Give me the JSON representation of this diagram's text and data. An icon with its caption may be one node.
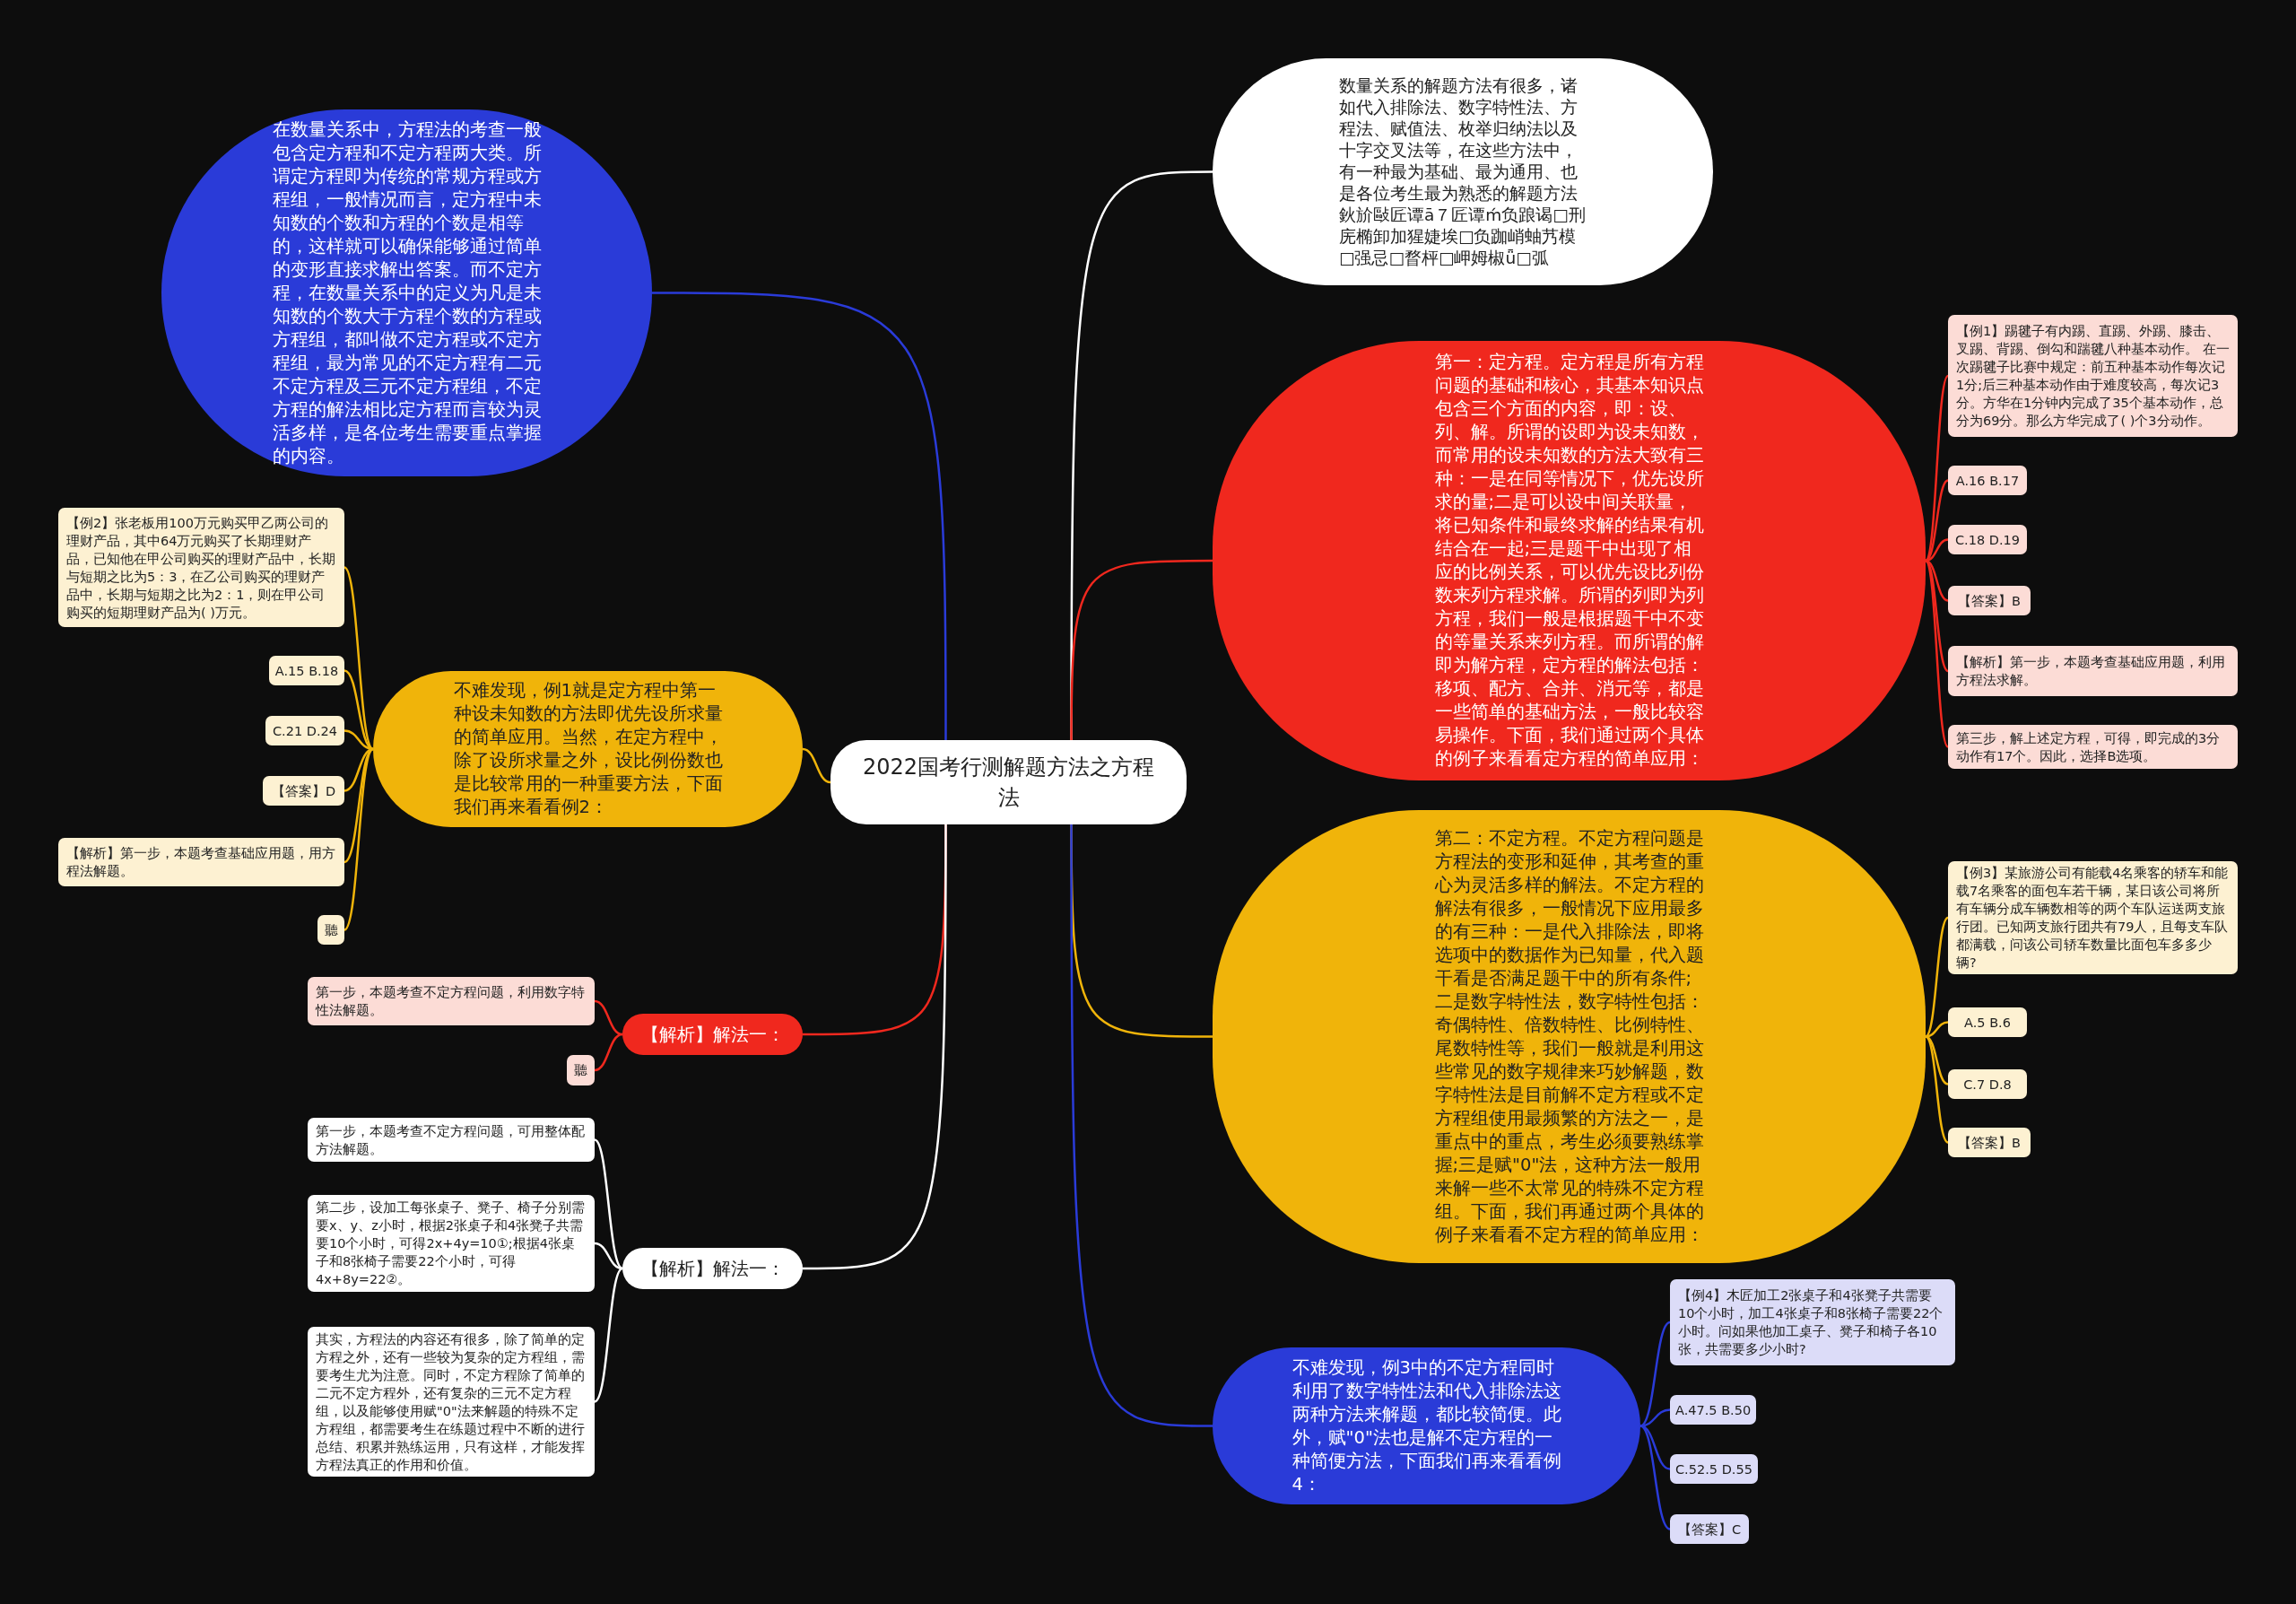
{
  "diagram": {
    "nodes": [
      {
        "text": [
          "2022国考行测解题方法之方程法"
        ]
      },
      {
        "text": [
          "在数量关系中，方程法的考查一般包含定方程和不定方程两大类。所谓定方程即为传统的常规方程或方程组，一般情况而言，定方程中未知数的个数和方程的个数是相等的，这样就可以确保能够通过简单的变形直接求解出答案。而不定方程，在数量关系中的定义为凡是未知数的个数大于方程个数的方程或方程组，都叫做不定方程或不定方程组，最为常见的不定方程有二元不定方程及三元不定方程组，不定方程的解法相比定方程而言较为灵活多样，是各位考生需要重点掌握的内容。"
        ]
      },
      {
        "text": [
          "数量关系的解题方法有很多，诸如代入排除法、数字特性法、方程法、赋值法、枚举归纳法以及十字交叉法等，在这些方法中，有一种最为基础、最为通用、也是各位考生最为熟悉的解题方法鈥斺敺匠谭ā７匠谭ḿ负踉谒□刑庑椭卸加猩婕埃□负跏峭蚰艿模□强忌□瞀枰□岬姆椒ǖ□弧"
        ]
      },
      {
        "text": [
          "第一：定方程。定方程是所有方程问题的基础和核心，其基本知识点包含三个方面的内容，即：设、列、解。所谓的设即为设未知数，而常用的设未知数的方法大致有三种：一是在同等情况下，优先设所求的量;二是可以设中间关联量，将已知条件和最终求解的结果有机结合在一起;三是题干中出现了相应的比例关系，可以优先设比列份数来列方程求解。所谓的列即为列方程，我们一般是根据题干中不变的等量关系来列方程。而所谓的解即为解方程，定方程的解法包括：移项、配方、合并、消元等，都是一些简单的基础方法，一般比较容易操作。下面，我们通过两个具体的例子来看看定方程的简单应用："
        ]
      },
      {
        "text": [
          "【例1】踢毽子有内踢、直踢、外踢、膝击、叉踢、背踢、倒勾和踹毽八种基本动作。 在一次踢毽子比赛中规定：前五种基本动作每次记1分;后三种基本动作由于难度较高，每次记3分。方华在1分钟内完成了35个基本动作，总分为69分。那么方华完成了( )个3分动作。"
        ]
      },
      {
        "text": [
          "A.16 B.17"
        ]
      },
      {
        "text": [
          "C.18 D.19"
        ]
      },
      {
        "text": [
          "【答案】B"
        ]
      },
      {
        "text": [
          "【解析】第一步，本题考查基础应用题，利用方程法求解。"
        ]
      },
      {
        "text": [
          "第三步，解上述定方程，可得，即完成的3分动作有17个。因此，选择B选项。"
        ]
      },
      {
        "text": [
          "第二：不定方程。不定方程问题是方程法的变形和延伸，其考查的重心为灵活多样的解法。不定方程的解法有很多，一般情况下应用最多的有三种：一是代入排除法，即将选项中的数据作为已知量，代入题干看是否满足题干中的所有条件;二是数字特性法，数字特性包括：奇偶特性、倍数特性、比例特性、尾数特性等，我们一般就是利用这些常见的数字规律来巧妙解题，数字特性法是目前解不定方程或不定方程组使用最频繁的方法之一，是重点中的重点，考生必须要熟练掌握;三是赋\"0\"法，这种方法一般用来解一些不太常见的特殊不定方程组。下面，我们再通过两个具体的例子来看看不定方程的简单应用："
        ]
      },
      {
        "text": [
          "【例3】某旅游公司有能载4名乘客的轿车和能载7名乘客的面包车若干辆，某日该公司将所有车辆分成车辆数相等的两个车队运送两支旅行团。已知两支旅行团共有79人，且每支车队都满载，问该公司轿车数量比面包车多多少辆?"
        ]
      },
      {
        "text": [
          "A.5 B.6"
        ]
      },
      {
        "text": [
          "C.7 D.8"
        ]
      },
      {
        "text": [
          "【答案】B"
        ]
      },
      {
        "text": [
          "不难发现，例3中的不定方程同时利用了数字特性法和代入排除法这两种方法来解题，都比较简便。此外，赋\"0\"法也是解不定方程的一种简便方法，下面我们再来看看例4："
        ]
      },
      {
        "text": [
          "【例4】木匠加工2张桌子和4张凳子共需要10个小时，加工4张桌子和8张椅子需要22个小时。问如果他加工桌子、凳子和椅子各10张，共需要多少小时?"
        ]
      },
      {
        "text": [
          "A.47.5 B.50"
        ]
      },
      {
        "text": [
          "C.52.5 D.55"
        ]
      },
      {
        "text": [
          "【答案】C"
        ]
      },
      {
        "text": [
          "不难发现，例1就是定方程中第一种设未知数的方法即优先设所求量的简单应用。当然，在定方程中，除了设所求量之外，设比例份数也是比较常用的一种重要方法，下面我们再来看看例2："
        ]
      },
      {
        "text": [
          "【例2】张老板用100万元购买甲乙两公司的理财产品，其中64万元购买了长期理财产品，已知他在甲公司购买的理财产品中，长期与短期之比为5：3，在乙公司购买的理财产品中，长期与短期之比为2：1，则在甲公司购买的短期理财产品为( )万元。"
        ]
      },
      {
        "text": [
          "A.15 B.18"
        ]
      },
      {
        "text": [
          "C.21 D.24"
        ]
      },
      {
        "text": [
          "【答案】D"
        ]
      },
      {
        "text": [
          "【解析】第一步，本题考查基础应用题，用方程法解题。"
        ]
      },
      {
        "text": [
          "聽"
        ]
      },
      {
        "text": [
          "【解析】解法一："
        ]
      },
      {
        "text": [
          "第一步，本题考查不定方程问题，利用数字特性法解题。"
        ]
      },
      {
        "text": [
          "聽"
        ]
      },
      {
        "text": [
          "【解析】解法一："
        ]
      },
      {
        "text": [
          "第一步，本题考查不定方程问题，可用整体配方法解题。"
        ]
      },
      {
        "text": [
          "第二步，设加工每张桌子、凳子、椅子分别需要x、y、z小时，根据2张桌子和4张凳子共需要10个小时，可得2x+4y=10①;根据4张桌子和8张椅子需要22个小时，可得4x+8y=22②。"
        ]
      },
      {
        "text": [
          "其实，方程法的内容还有很多，除了简单的定方程之外，还有一些较为复杂的定方程组，需要考生尤为注意。同时，不定方程除了简单的二元不定方程外，还有复杂的三元不定方程组，以及能够使用赋\"0\"法来解题的特殊不定方程组，都需要考生在练题过程中不断的进行总结、积累并熟练运用，只有这样，才能发挥方程法真正的作用和价值。"
        ]
      }
    ],
    "edges": [
      {
        "from": 0,
        "to": 1,
        "arrow": "none",
        "color": "#2a3bd8"
      },
      {
        "from": 0,
        "to": 2,
        "arrow": "none",
        "color": "#ffffff"
      },
      {
        "from": 0,
        "to": 3,
        "arrow": "none",
        "color": "#f0281e"
      },
      {
        "from": 3,
        "to": 4,
        "arrow": "none",
        "color": "#f0281e"
      },
      {
        "from": 3,
        "to": 5,
        "arrow": "none",
        "color": "#f0281e"
      },
      {
        "from": 3,
        "to": 6,
        "arrow": "none",
        "color": "#f0281e"
      },
      {
        "from": 3,
        "to": 7,
        "arrow": "none",
        "color": "#f0281e"
      },
      {
        "from": 3,
        "to": 8,
        "arrow": "none",
        "color": "#f0281e"
      },
      {
        "from": 3,
        "to": 9,
        "arrow": "none",
        "color": "#f0281e"
      },
      {
        "from": 0,
        "to": 10,
        "arrow": "none"
      },
      {
        "from": 10,
        "to": 11,
        "arrow": "none"
      },
      {
        "from": 10,
        "to": 12,
        "arrow": "none"
      },
      {
        "from": 10,
        "to": 13,
        "arrow": "none"
      },
      {
        "from": 10,
        "to": 14,
        "arrow": "none"
      },
      {
        "from": 0,
        "to": 15,
        "arrow": "none",
        "color": "#2a3bd8"
      },
      {
        "from": 15,
        "to": 16,
        "arrow": "none",
        "color": "#2a3bd8"
      },
      {
        "from": 15,
        "to": 17,
        "arrow": "none",
        "color": "#2a3bd8"
      },
      {
        "from": 15,
        "to": 18,
        "arrow": "none",
        "color": "#2a3bd8"
      },
      {
        "from": 15,
        "to": 19,
        "arrow": "none",
        "color": "#2a3bd8"
      },
      {
        "from": 0,
        "to": 20,
        "arrow": "none"
      },
      {
        "from": 20,
        "to": 21,
        "arrow": "none"
      },
      {
        "from": 20,
        "to": 22,
        "arrow": "none"
      },
      {
        "from": 20,
        "to": 23,
        "arrow": "none"
      },
      {
        "from": 20,
        "to": 24,
        "arrow": "none"
      },
      {
        "from": 20,
        "to": 25,
        "arrow": "none"
      },
      {
        "from": 20,
        "to": 26,
        "arrow": "none"
      },
      {
        "from": 0,
        "to": 27,
        "arrow": "none",
        "color": "#f0281e"
      },
      {
        "from": 27,
        "to": 28,
        "arrow": "none",
        "color": "#f0281e"
      },
      {
        "from": 27,
        "to": 29,
        "arrow": "none",
        "color": "#f0281e"
      },
      {
        "from": 0,
        "to": 30,
        "arrow": "none",
        "color": "#ffffff"
      },
      {
        "from": 30,
        "to": 31,
        "arrow": "none",
        "color": "#ffffff"
      },
      {
        "from": 30,
        "to": 32,
        "arrow": "none",
        "color": "#ffffff"
      },
      {
        "from": 30,
        "to": 33,
        "arrow": "none",
        "color": "#ffffff"
      }
    ]
  }
}
